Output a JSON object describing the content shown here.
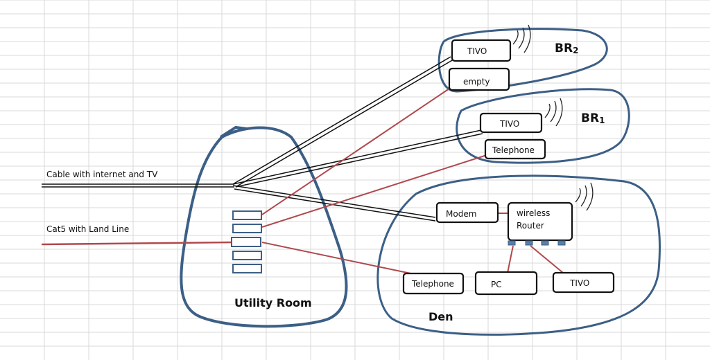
{
  "colors": {
    "room_outline": "#3c5f86",
    "coax": "#111111",
    "cat5": "#b0484d",
    "grid": "#d9d9d9",
    "box_border": "#111111"
  },
  "inputs": {
    "cable": "Cable with internet and TV",
    "cat5": "Cat5 with Land Line"
  },
  "rooms": {
    "utility": "Utility Room",
    "br2": "BR",
    "br2_sub": "2",
    "br1": "BR",
    "br1_sub": "1",
    "den": "Den"
  },
  "devices": {
    "br2_tivo": "TIVO",
    "br2_empty": "empty",
    "br1_tivo": "TIVO",
    "br1_telephone": "Telephone",
    "modem": "Modem",
    "router_line1": "wireless",
    "router_line2": "Router",
    "den_telephone": "Telephone",
    "den_pc": "PC",
    "den_tivo": "TIVO"
  }
}
